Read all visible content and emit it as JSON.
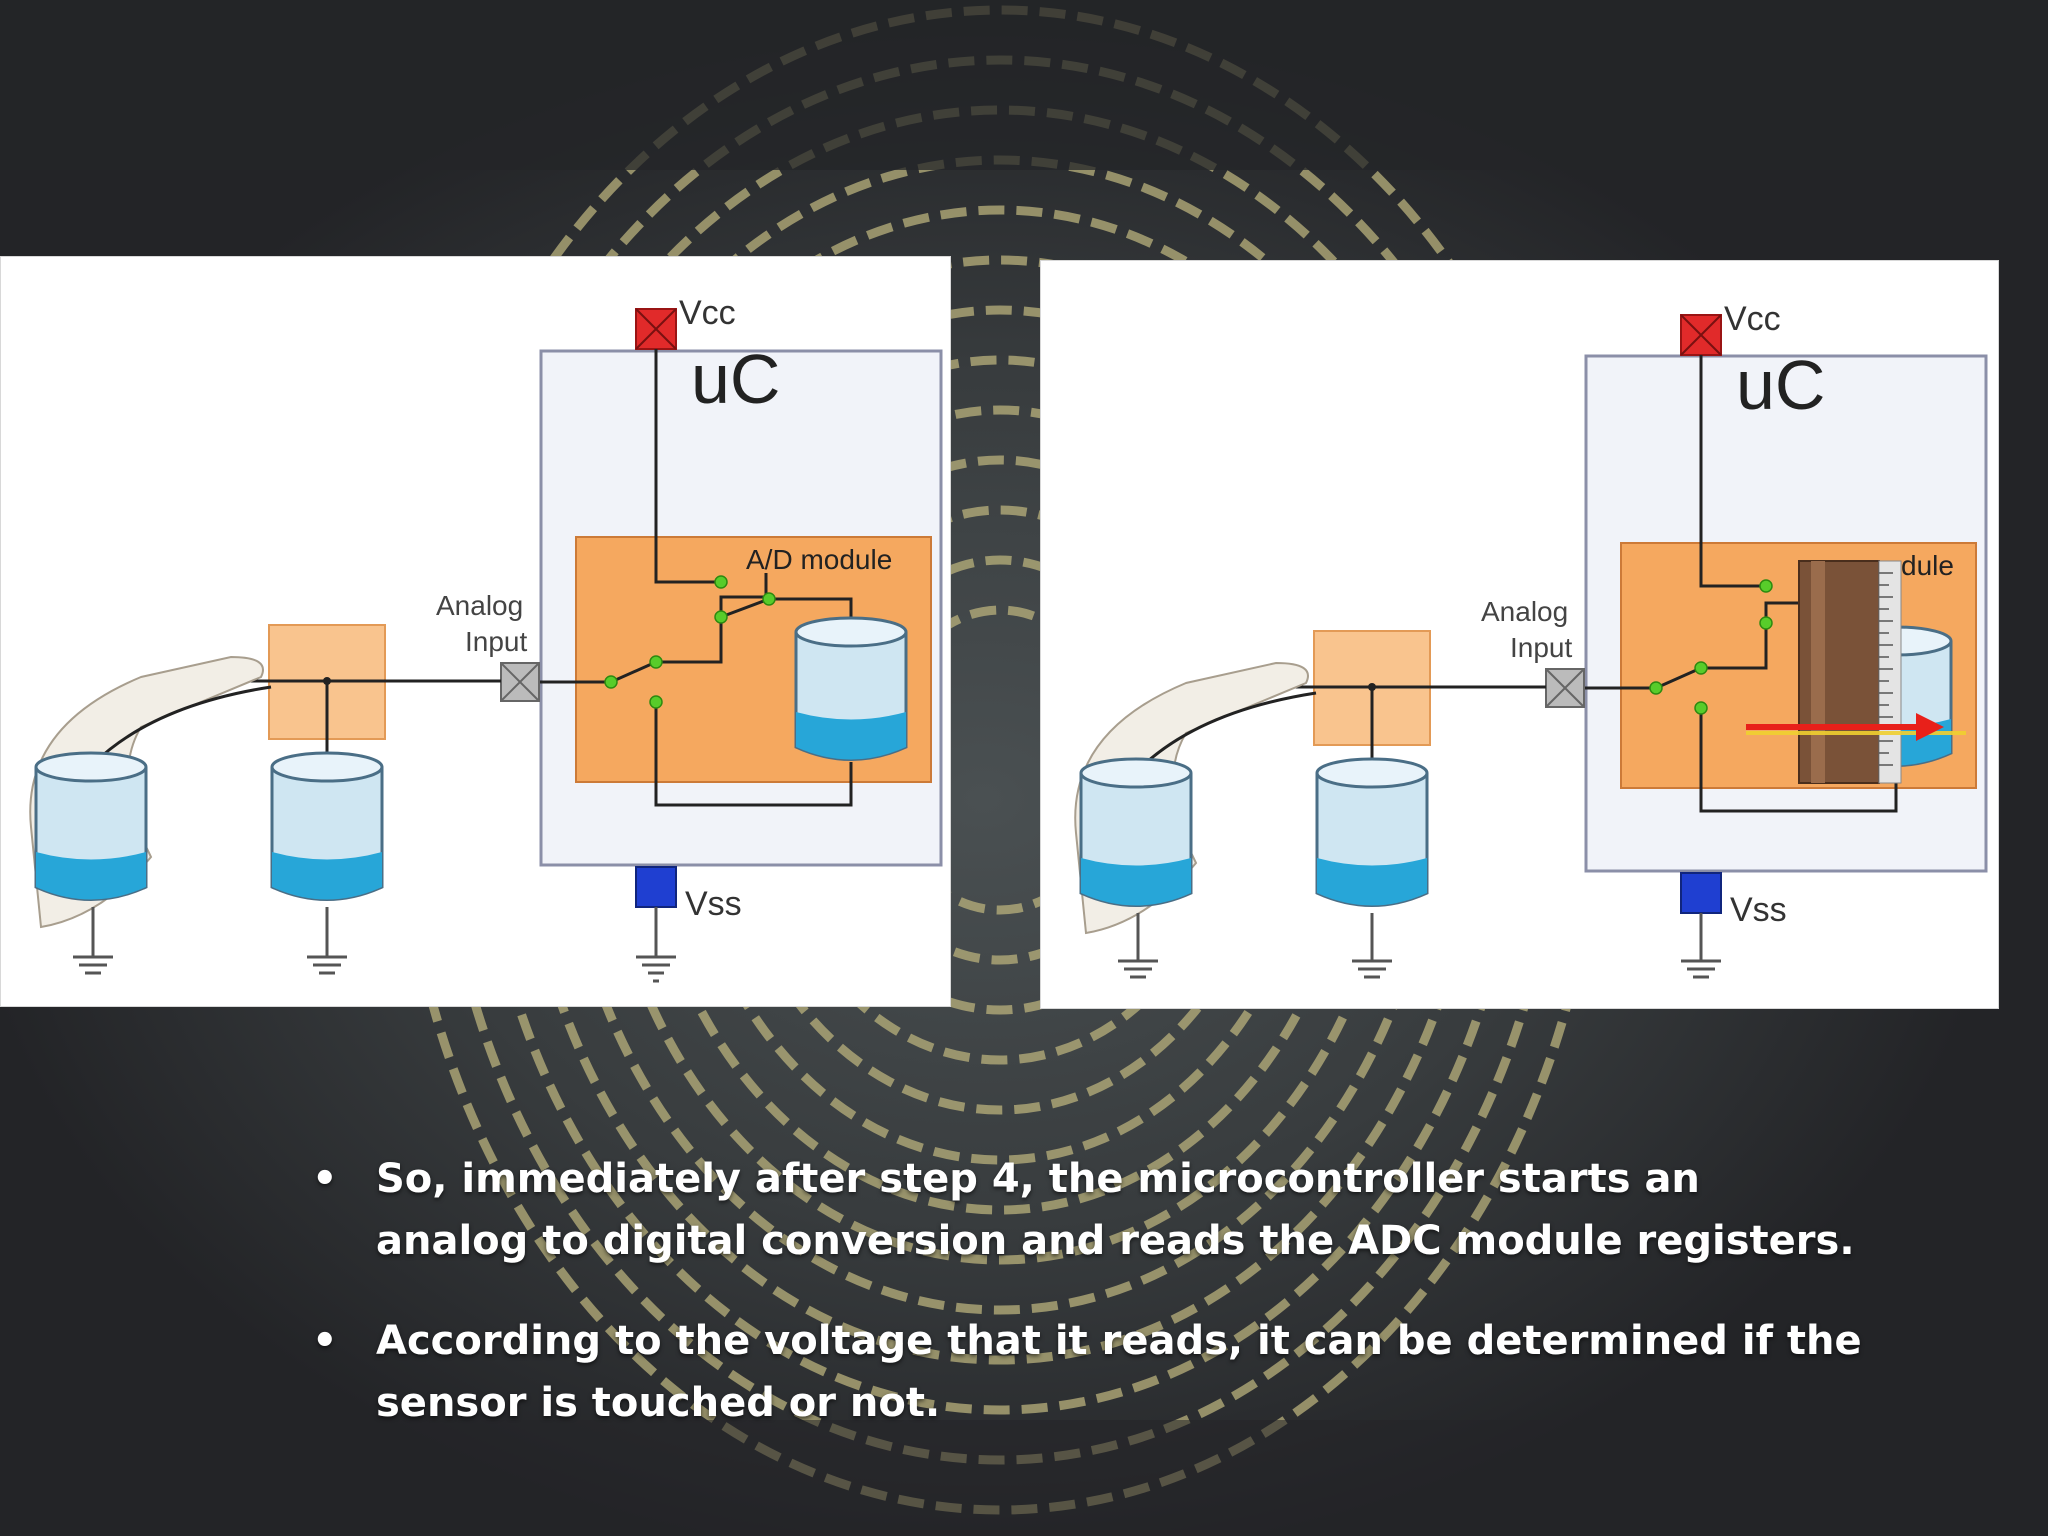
{
  "slide": {
    "bullets": [
      "So, immediately after step 4, the microcontroller starts an analog to digital conversion and reads the ADC module registers.",
      "According to the voltage that it reads, it can be determined if the sensor is touched or not."
    ]
  },
  "diagram_left": {
    "vcc_label": "Vcc",
    "uc_label": "uC",
    "ad_module_label": "A/D module",
    "analog_label_line1": "Analog",
    "analog_label_line2": "Input",
    "vss_label": "Vss"
  },
  "diagram_right": {
    "vcc_label": "Vcc",
    "uc_label": "uC",
    "ad_module_label": "dule",
    "analog_label_line1": "Analog",
    "analog_label_line2": "Input",
    "vss_label": "Vss"
  },
  "colors": {
    "background": "#2a2b2e",
    "fingerprint_ridge": "#b8b07a",
    "ad_module_fill": "#f5a85f",
    "sensor_pad_fill": "#f9c48e",
    "uc_box_fill": "#f1f3f9",
    "vcc_red": "#e12a2a",
    "vss_blue": "#1f3fd1",
    "water_blue": "#27a6d8",
    "node_green": "#58cc2a",
    "arrow_red": "#e8201a"
  }
}
